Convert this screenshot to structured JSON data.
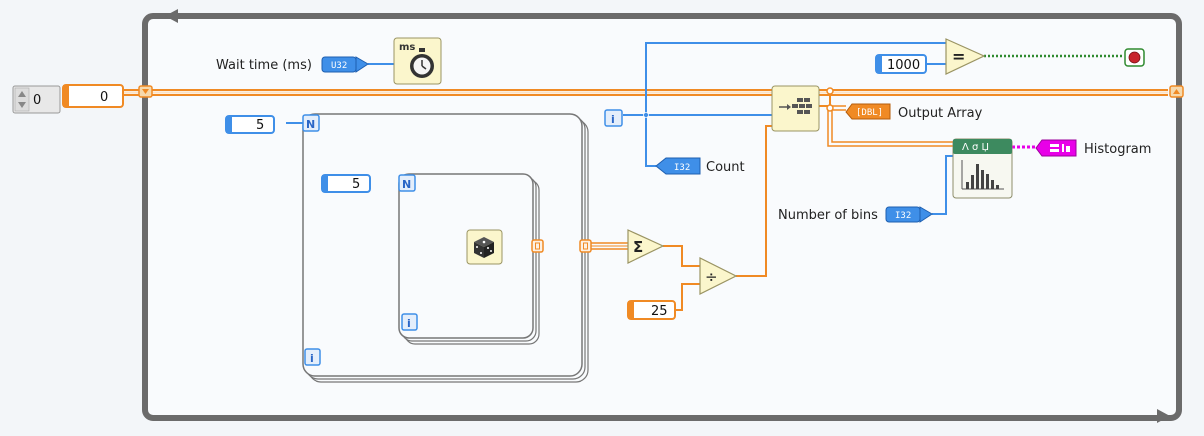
{
  "colors": {
    "background": "#f3f6f9",
    "loop_frame": "#666666",
    "integer_wire": "#3f8fe8",
    "double_wire": "#f08a24",
    "boolean_wire": "#2f8a2f",
    "node_fill": "#fbf6cc",
    "histogram_wire": "#e800e8"
  },
  "shift_register": {
    "control_value": "0",
    "constant_value": "0"
  },
  "wait": {
    "label": "Wait time (ms)",
    "type_tag": "U32",
    "unit": "ms",
    "icon": "stopwatch-icon"
  },
  "outer_loop": {
    "count_constant": "5",
    "count_terminal": "N",
    "iteration_terminal": "i"
  },
  "inner_loop": {
    "count_constant": "5",
    "count_terminal": "N",
    "iteration_terminal": "i",
    "function_icon": "dice-icon"
  },
  "math": {
    "sum_symbol": "Σ",
    "divide_symbol": "÷",
    "divisor_constant": "25"
  },
  "while_loop": {
    "iteration_terminal": "i",
    "count_indicator_tag": "I32",
    "count_label": "Count",
    "compare_constant": "1000",
    "equal_symbol": "=",
    "stop_icon": "stop-icon"
  },
  "build_array": {
    "icon": "build-array-icon"
  },
  "output_array": {
    "tag": "[DBL]",
    "label": "Output Array"
  },
  "histogram": {
    "vi_header": "Λ σ Џ",
    "label": "Histogram",
    "bins_label": "Number of bins",
    "bins_tag": "I32"
  }
}
